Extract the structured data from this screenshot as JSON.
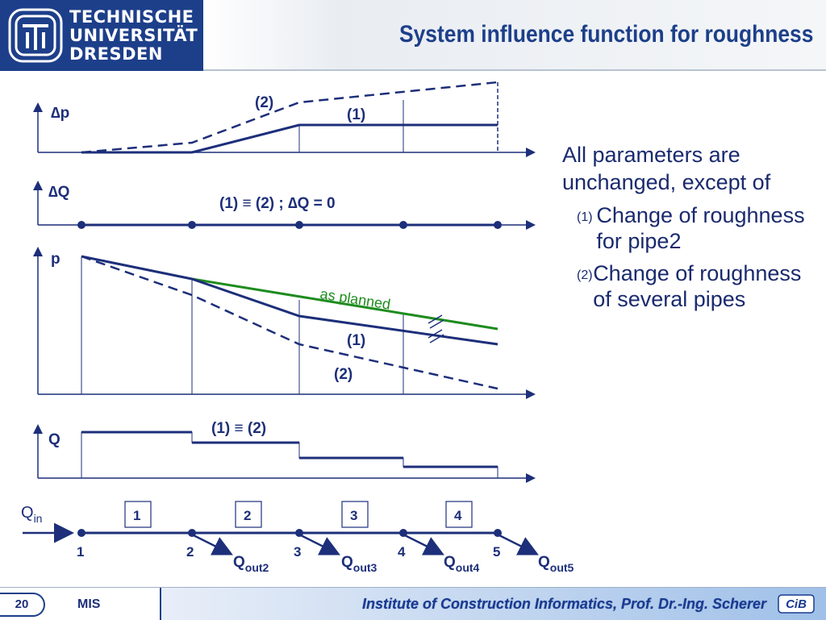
{
  "header": {
    "logo_lines": [
      "TECHNISCHE",
      "UNIVERSITÄT",
      "DRESDEN"
    ],
    "title": "System influence function for roughness",
    "brand_color": "#1d3f8a"
  },
  "diagram": {
    "dp_axis_label": "∆p",
    "dp_label_2": "(2)",
    "dp_label_1": "(1)",
    "dq_axis_label": "∆Q",
    "dq_caption": "(1) ≡ (2) ; ∆Q = 0",
    "p_axis_label": "p",
    "p_as_planned": "as planned",
    "p_label_1": "(1)",
    "p_label_2": "(2)",
    "q_axis_label": "Q",
    "q_caption": "(1) ≡ (2)",
    "qin_label": "Q",
    "qin_sub": "in",
    "pipe_labels": [
      "1",
      "2",
      "3",
      "4"
    ],
    "node_labels": [
      "1",
      "2",
      "3",
      "4",
      "5"
    ],
    "outflows": [
      {
        "label": "Q",
        "sub": "out2"
      },
      {
        "label": "Q",
        "sub": "out3"
      },
      {
        "label": "Q",
        "sub": "out4"
      },
      {
        "label": "Q",
        "sub": "out5"
      }
    ],
    "colors": {
      "line": "#1d2f7a",
      "planned": "#1e8c1e"
    }
  },
  "right": {
    "intro": "All parameters are unchanged, except of",
    "items": [
      {
        "num": "(1)",
        "text": "Change of roughness for pipe2"
      },
      {
        "num": "(2)",
        "text": "Change of roughness of several pipes"
      }
    ]
  },
  "footer": {
    "page": "20",
    "abbr": "MIS",
    "text": "Institute of Construction Informatics, Prof. Dr.-Ing. Scherer",
    "logo_text": "CiB"
  }
}
